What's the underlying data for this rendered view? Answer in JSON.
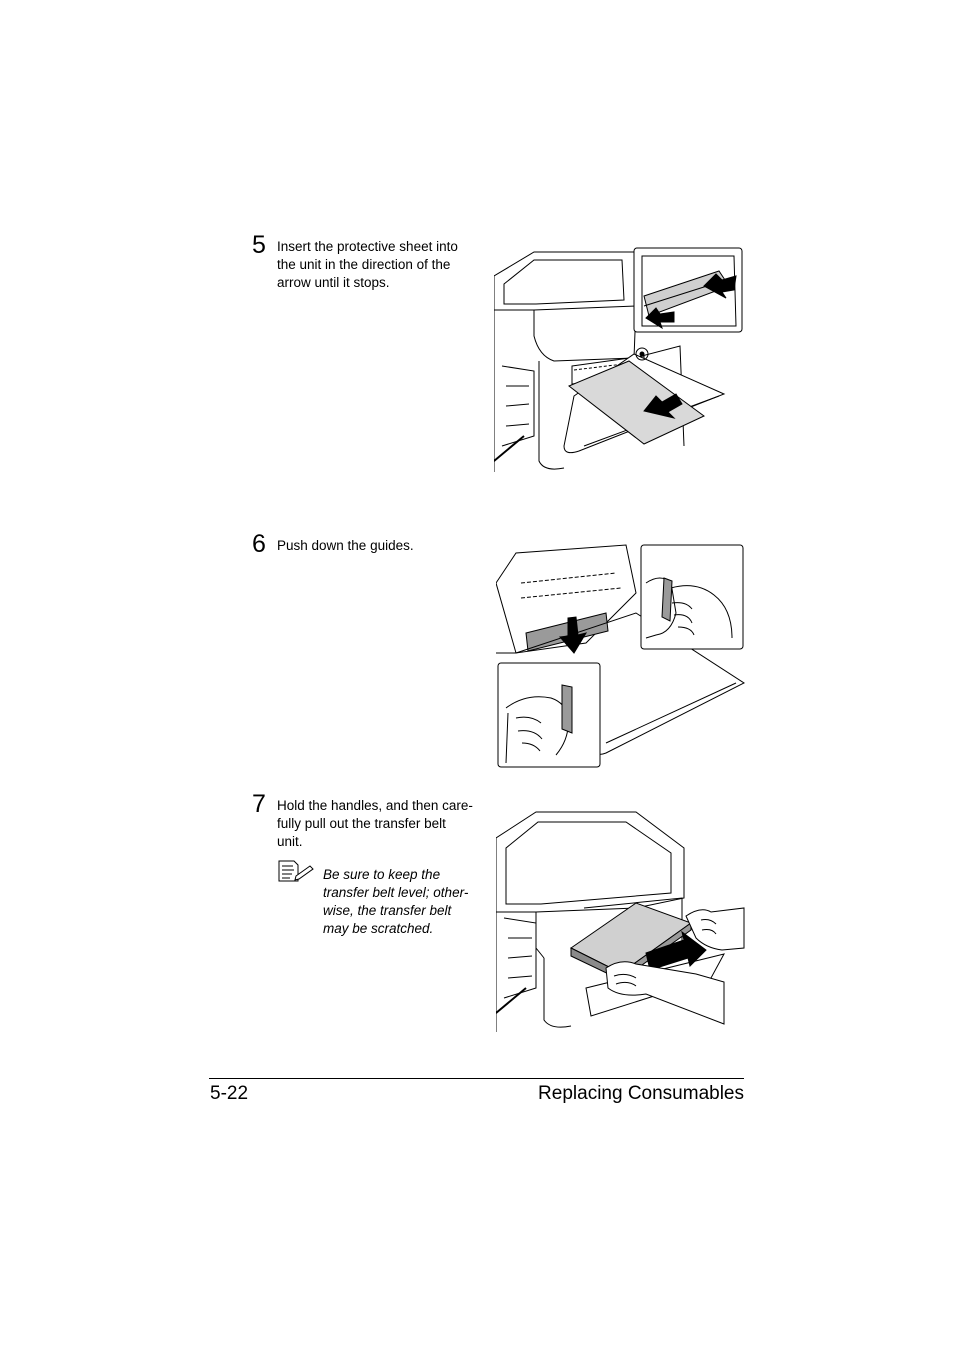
{
  "steps": [
    {
      "number": "5",
      "text": "Insert the protective sheet into\nthe unit in the direction of the\narrow until it stops."
    },
    {
      "number": "6",
      "text": "Push down the guides."
    },
    {
      "number": "7",
      "text": "Hold the handles, and then care-\nfully pull out the transfer belt\nunit."
    }
  ],
  "note": {
    "icon": "note-pencil-icon",
    "text": "Be sure to keep the\ntransfer belt level; other-\nwise, the transfer belt\nmay be scratched."
  },
  "footer": {
    "page_number": "5-22",
    "section_title": "Replacing Consumables"
  }
}
